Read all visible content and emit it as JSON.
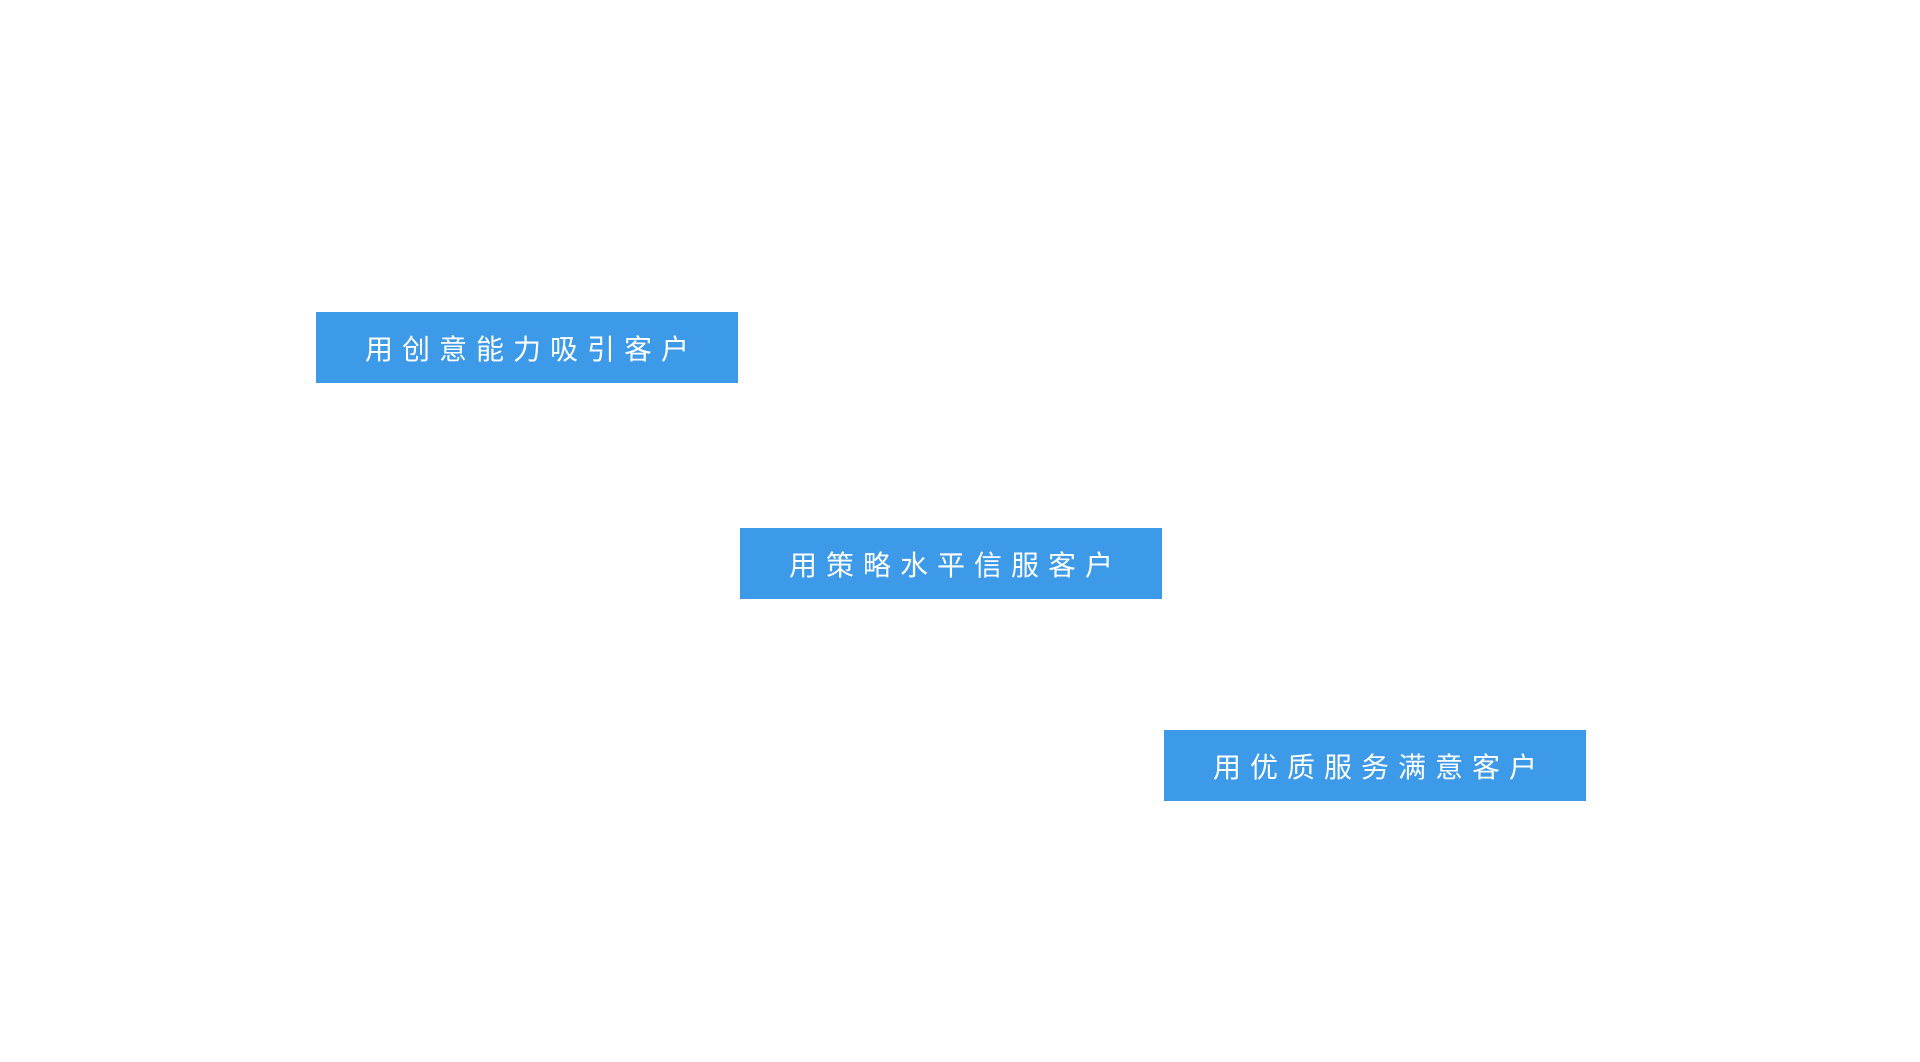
{
  "steps": [
    {
      "label": "用创意能力吸引客户"
    },
    {
      "label": "用策略水平信服客户"
    },
    {
      "label": "用优质服务满意客户"
    }
  ],
  "colors": {
    "box": "#3d9ae8",
    "text": "#ffffff",
    "background": "#ffffff"
  }
}
